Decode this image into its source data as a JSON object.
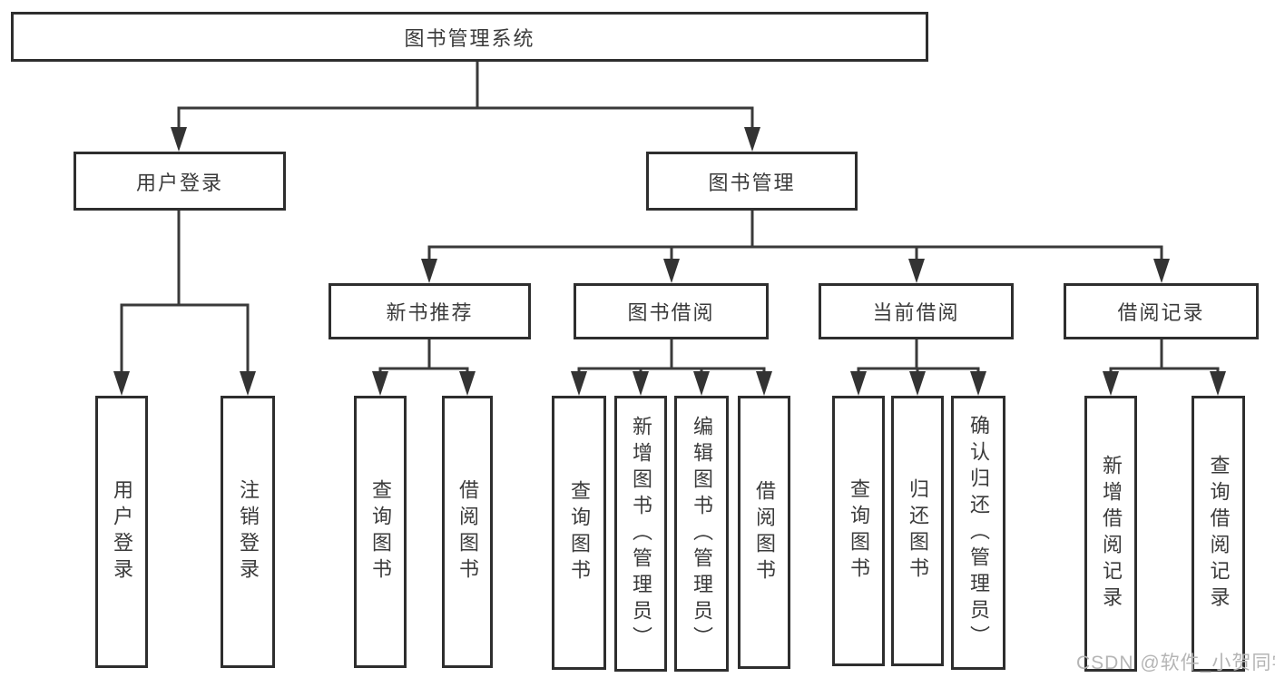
{
  "diagram": {
    "root": {
      "label": "图书管理系统"
    },
    "level2": [
      {
        "label": "用户登录"
      },
      {
        "label": "图书管理"
      }
    ],
    "user_login_children": [
      {
        "label": "用户登录"
      },
      {
        "label": "注销登录"
      }
    ],
    "level3": [
      {
        "label": "新书推荐"
      },
      {
        "label": "图书借阅"
      },
      {
        "label": "当前借阅"
      },
      {
        "label": "借阅记录"
      }
    ],
    "new_book_children": [
      {
        "label": "查询图书"
      },
      {
        "label": "借阅图书"
      }
    ],
    "book_borrow_children": [
      {
        "label": "查询图书"
      },
      {
        "label": "新增图书（管理员）"
      },
      {
        "label": "编辑图书（管理员）"
      },
      {
        "label": "借阅图书"
      }
    ],
    "current_borrow_children": [
      {
        "label": "查询图书"
      },
      {
        "label": "归还图书"
      },
      {
        "label": "确认归还（管理员）"
      }
    ],
    "borrow_records_children": [
      {
        "label": "新增借阅记录"
      },
      {
        "label": "查询借阅记录"
      }
    ]
  },
  "watermark": {
    "text": "CSDN @软件_小贺同学"
  },
  "colors": {
    "line": "#3a3a3a",
    "box_border": "#2e2e2e",
    "text": "#3b3b3b",
    "watermark": "#b5b5b5",
    "background": "#ffffff"
  }
}
